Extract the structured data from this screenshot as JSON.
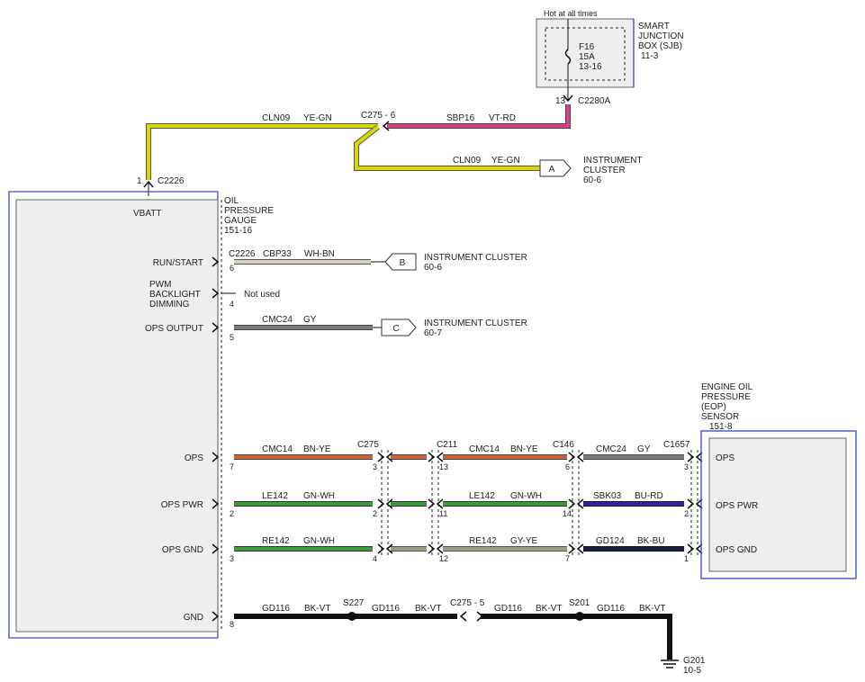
{
  "sjb": {
    "hot": "Hot at all times",
    "title": [
      "SMART",
      "JUNCTION",
      "BOX (SJB)"
    ],
    "ref": "11-3",
    "fuse": "F16",
    "amps": "15A",
    "fuse_ref": "13-16",
    "pin": "13",
    "connector": "C2280A"
  },
  "top_wires": {
    "left_circuit": "CLN09",
    "left_color": "YE-GN",
    "splice": "C275 - 6",
    "right_circuit": "SBP16",
    "right_color": "VT-RD",
    "branch_circuit": "CLN09",
    "branch_color": "YE-GN"
  },
  "cluster_a": {
    "letter": "A",
    "title": [
      "INSTRUMENT",
      "CLUSTER"
    ],
    "ref": "60-6"
  },
  "gauge": {
    "connector": "C2226",
    "top_pin": "1",
    "vbatt": "VBATT",
    "title": [
      "OIL",
      "PRESSURE",
      "GAUGE"
    ],
    "ref": "151-16",
    "pins": [
      {
        "label": "RUN/START",
        "pin": "6"
      },
      {
        "label": "PWM BACKLIGHT DIMMING",
        "pin": "4",
        "lines": [
          "PWM",
          "BACKLIGHT",
          "DIMMING"
        ]
      },
      {
        "label": "OPS OUTPUT",
        "pin": "5"
      },
      {
        "label": "OPS",
        "pin": "7"
      },
      {
        "label": "OPS PWR",
        "pin": "2"
      },
      {
        "label": "OPS GND",
        "pin": "3"
      },
      {
        "label": "GND",
        "pin": "8"
      }
    ]
  },
  "run_start_wire": {
    "connector": "C2226",
    "circuit": "CBP33",
    "color": "WH-BN"
  },
  "not_used": "Not used",
  "ops_output_wire": {
    "circuit": "CMC24",
    "color": "GY"
  },
  "cluster_b": {
    "letter": "B",
    "title": "INSTRUMENT CLUSTER",
    "ref": "60-6"
  },
  "cluster_c": {
    "letter": "C",
    "title": "INSTRUMENT CLUSTER",
    "ref": "60-7"
  },
  "connectors": {
    "c275": "C275",
    "c211": "C211",
    "c146": "C146",
    "c1657": "C1657"
  },
  "ops_row": {
    "seg1": {
      "circuit": "CMC14",
      "color": "BN-YE"
    },
    "seg2": {
      "circuit": "CMC14",
      "color": "BN-YE"
    },
    "seg3": {
      "circuit": "CMC24",
      "color": "GY"
    },
    "pins": [
      "3",
      "13",
      "6",
      "3"
    ]
  },
  "opspwr_row": {
    "seg1": {
      "circuit": "LE142",
      "color": "GN-WH"
    },
    "seg2": {
      "circuit": "LE142",
      "color": "GN-WH"
    },
    "seg3": {
      "circuit": "SBK03",
      "color": "BU-RD"
    },
    "pins": [
      "2",
      "11",
      "14",
      "2"
    ]
  },
  "opsgnd_row": {
    "seg1": {
      "circuit": "RE142",
      "color": "GN-WH"
    },
    "seg2": {
      "circuit": "RE142",
      "color": "GY-YE"
    },
    "seg3": {
      "circuit": "GD124",
      "color": "BK-BU"
    },
    "pins": [
      "4",
      "12",
      "7",
      "1"
    ]
  },
  "gnd_row": {
    "seg1": {
      "circuit": "GD116",
      "color": "BK-VT"
    },
    "s227": "S227",
    "seg2": {
      "circuit": "GD116",
      "color": "BK-VT"
    },
    "c275_5": "C275 - 5",
    "seg3": {
      "circuit": "GD116",
      "color": "BK-VT"
    },
    "s201": "S201",
    "seg4": {
      "circuit": "GD116",
      "color": "BK-VT"
    },
    "ground": "G201",
    "ground_ref": "10-5"
  },
  "sensor": {
    "title": [
      "ENGINE OIL",
      "PRESSURE",
      "(EOP)",
      "SENSOR"
    ],
    "ref": "151-8",
    "pins": [
      {
        "label": "OPS"
      },
      {
        "label": "OPS PWR"
      },
      {
        "label": "OPS GND"
      }
    ]
  },
  "wire_colors": {
    "yellow_green": "#d7d900",
    "violet_red": "#dd3f8c",
    "white_brown": "#d9d0c4",
    "gray": "#7a7a7a",
    "brown_yellow": "#c8653a",
    "green_white": "#3f9a3a",
    "gray_yellow": "#9c9c80",
    "blue_red": "#3320a8",
    "black_blue": "#1a2040",
    "black_violet": "#111111"
  }
}
